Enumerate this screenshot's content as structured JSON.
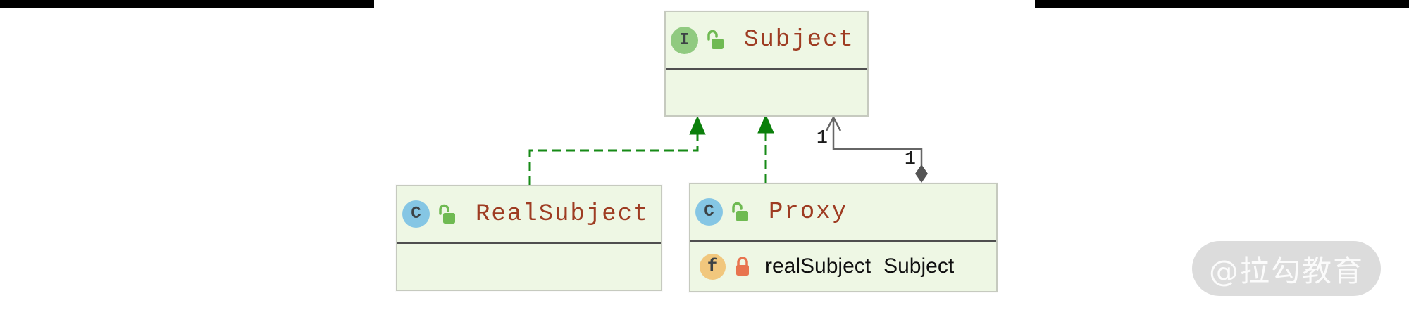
{
  "watermark": {
    "text": "@拉勾教育"
  },
  "diagram": {
    "classes": [
      {
        "name": "Subject",
        "stereotype": "interface",
        "icon_letter": "I",
        "visibility_icon": "open-lock",
        "fields": []
      },
      {
        "name": "RealSubject",
        "stereotype": "class",
        "icon_letter": "C",
        "visibility_icon": "open-lock",
        "fields": []
      },
      {
        "name": "Proxy",
        "stereotype": "class",
        "icon_letter": "C",
        "visibility_icon": "open-lock",
        "fields": [
          {
            "icon_letter": "f",
            "visibility_icon": "closed-lock",
            "name": "realSubject",
            "type": "Subject"
          }
        ]
      }
    ],
    "relations": [
      {
        "type": "realization",
        "from": "RealSubject",
        "to": "Subject",
        "style": "dashed-green"
      },
      {
        "type": "realization",
        "from": "Proxy",
        "to": "Subject",
        "style": "dashed-green"
      },
      {
        "type": "aggregation",
        "from": "Proxy",
        "to": "Subject",
        "source_multiplicity": "1",
        "target_multiplicity": "1"
      }
    ],
    "colors": {
      "box_fill": "#eef7e4",
      "box_border": "#c6cabf",
      "divider": "#4f4f4f",
      "class_name_text": "#9e3c22",
      "realization_green": "#168a16",
      "aggregation_gray": "#666666",
      "interface_icon": "#90ca80",
      "class_icon": "#85c6e4",
      "field_icon": "#f1c77d",
      "open_lock": "#6fba52",
      "closed_lock": "#e8744f"
    }
  }
}
